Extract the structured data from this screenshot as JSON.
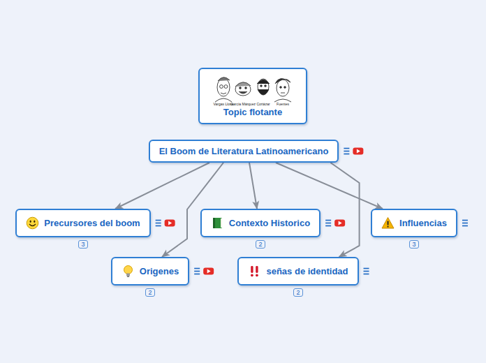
{
  "diagram": {
    "nodes": [
      {
        "text": [
          "Topic flotante"
        ]
      },
      {
        "text": [
          "El Boom de Literatura Latinoamericano"
        ]
      },
      {
        "text": [
          "Precursores del boom"
        ]
      },
      {
        "text": [
          "Contexto Historico"
        ]
      },
      {
        "text": [
          "Influencias"
        ]
      },
      {
        "text": [
          "Origenes"
        ]
      },
      {
        "text": [
          "señas de identidad"
        ]
      }
    ],
    "edges": [
      {
        "from": 1,
        "to": 2,
        "arrow": "to"
      },
      {
        "from": 1,
        "to": 3,
        "arrow": "to"
      },
      {
        "from": 1,
        "to": 4,
        "arrow": "to"
      },
      {
        "from": 1,
        "to": 5,
        "arrow": "to"
      },
      {
        "from": 1,
        "to": 6,
        "arrow": "to"
      }
    ],
    "labels": [
      "Vargas Llosa",
      "García Márquez",
      "Cortázar",
      "Fuentes",
      "3",
      "2",
      "3",
      "2",
      "2"
    ]
  }
}
